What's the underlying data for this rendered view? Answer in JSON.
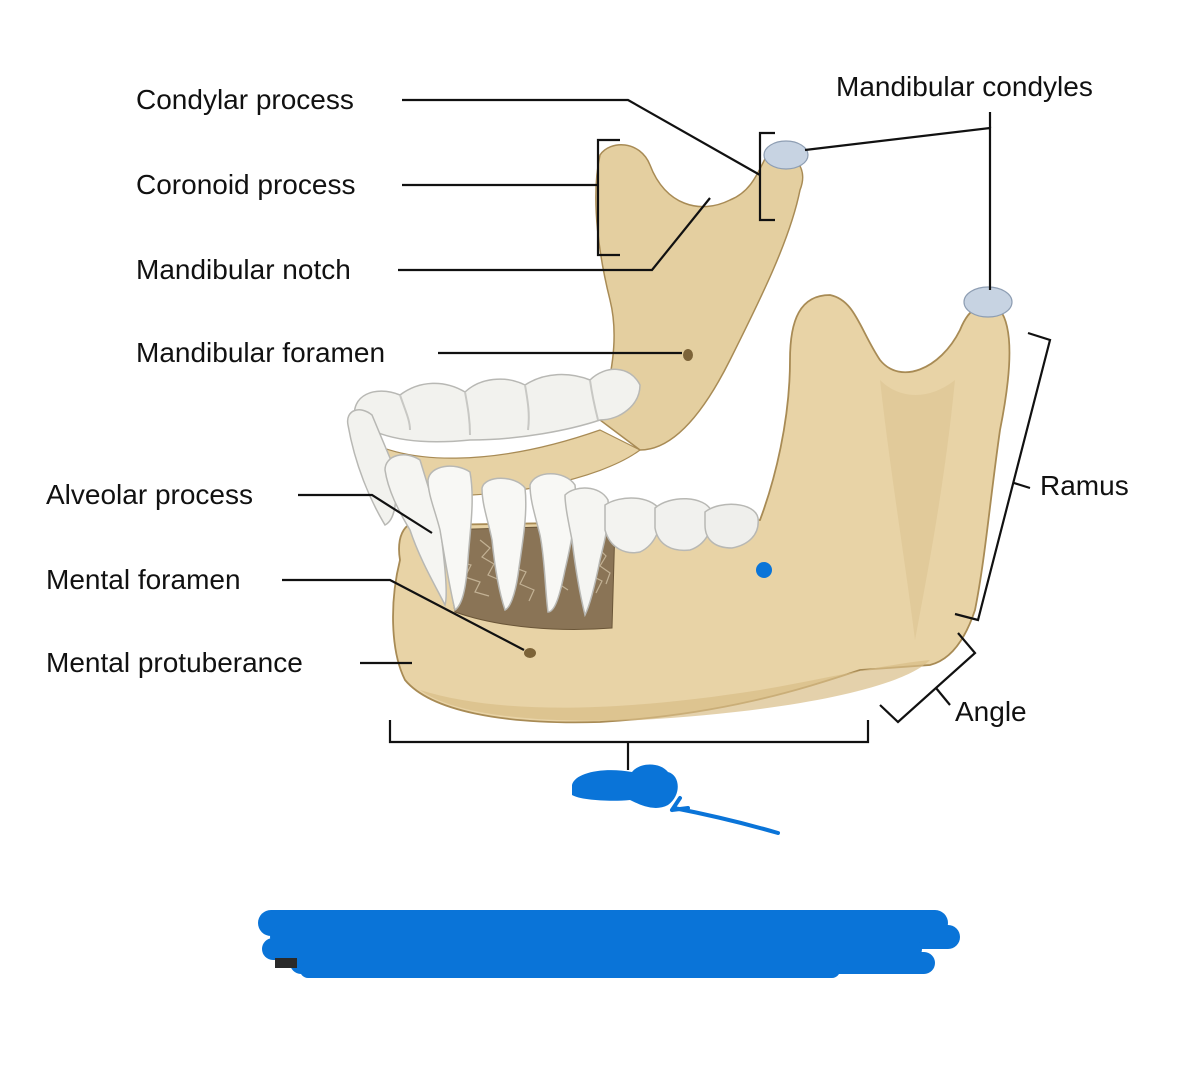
{
  "labels": {
    "condylar_process": "Condylar process",
    "coronoid_process": "Coronoid process",
    "mandibular_notch": "Mandibular notch",
    "mandibular_foramen": "Mandibular foramen",
    "alveolar_process": "Alveolar process",
    "mental_foramen": "Mental foramen",
    "mental_protuberance": "Mental protuberance",
    "mandibular_condyles": "Mandibular condyles",
    "ramus": "Ramus",
    "angle": "Angle"
  },
  "colors": {
    "bone": "#E8D3A6",
    "bone_shade": "#C9AE78",
    "bone_outline": "#A88B55",
    "tooth": "#F4F4F2",
    "tooth_shade": "#CFCFCF",
    "condyle_cartilage": "#C7D3E2",
    "spongy_bone": "#8A7456",
    "leader_line": "#111111",
    "annotation_blue": "#0A74D8"
  },
  "annotations": {
    "scribble_redaction": "blue-marker-redaction",
    "arrow": "hand-drawn-arrow-icon",
    "dot": "blue-dot-marker"
  }
}
